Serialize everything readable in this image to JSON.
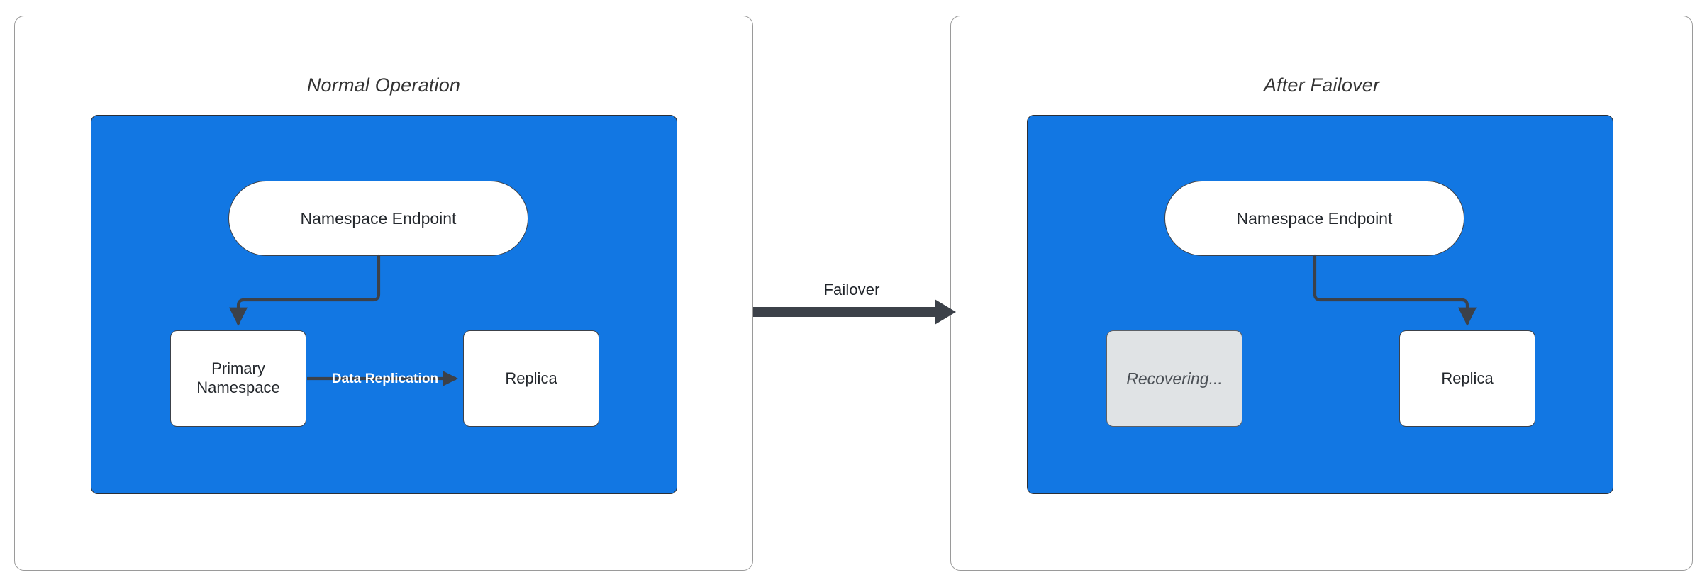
{
  "diagram": {
    "title_hidden": "",
    "colors": {
      "region_blue": "#1277E3",
      "node_fill": "#ffffff",
      "node_stroke": "#3c4149",
      "recovering_fill": "#E0E3E5",
      "edge_stroke": "#3c4149",
      "panel_border": "#9a9a9a",
      "edge_label_on_blue": "#ffffff",
      "text": "#23272c"
    },
    "panels": [
      {
        "id": "normal-operation",
        "title": "Normal Operation",
        "nodes": [
          {
            "id": "endpoint",
            "label": "Namespace Endpoint",
            "shape": "stadium"
          },
          {
            "id": "primary",
            "label": "Primary\nNamespace",
            "shape": "rect"
          },
          {
            "id": "replica",
            "label": "Replica",
            "shape": "rect"
          }
        ],
        "edges": [
          {
            "from": "endpoint",
            "to": "primary",
            "label": ""
          },
          {
            "from": "primary",
            "to": "replica",
            "label": "Data Replication"
          }
        ]
      },
      {
        "id": "after-failover",
        "title": "After Failover",
        "nodes": [
          {
            "id": "endpoint",
            "label": "Namespace Endpoint",
            "shape": "stadium"
          },
          {
            "id": "recovering",
            "label": "Recovering...",
            "shape": "rect-muted"
          },
          {
            "id": "replica",
            "label": "Replica",
            "shape": "rect"
          }
        ],
        "edges": [
          {
            "from": "endpoint",
            "to": "replica",
            "label": ""
          }
        ]
      }
    ],
    "transition": {
      "label": "Failover",
      "from_panel": "normal-operation",
      "to_panel": "after-failover"
    },
    "labels": {
      "panel_left_title": "Normal Operation",
      "panel_right_title": "After Failover",
      "endpoint_left": "Namespace Endpoint",
      "endpoint_right": "Namespace Endpoint",
      "primary_line1": "Primary",
      "primary_line2": "Namespace",
      "replica_left": "Replica",
      "replica_right": "Replica",
      "recovering": "Recovering...",
      "data_replication": "Data Replication",
      "failover": "Failover"
    }
  }
}
